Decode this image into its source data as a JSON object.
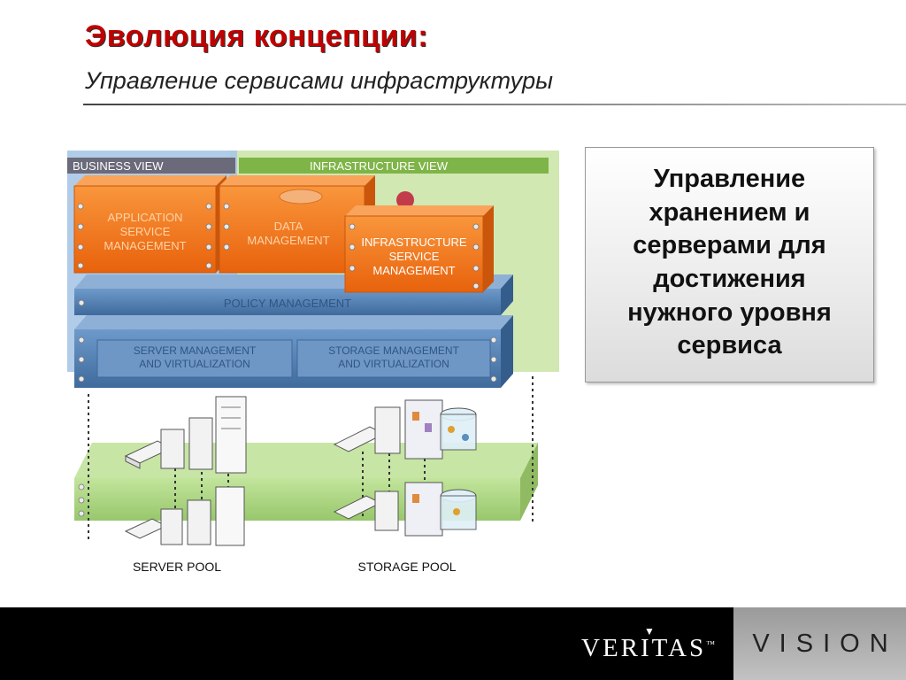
{
  "header": {
    "title": "Эволюция концепции:",
    "subtitle": "Управление сервисами инфраструктуры"
  },
  "diagram": {
    "business_view": "BUSINESS VIEW",
    "infrastructure_view": "INFRASTRUCTURE VIEW",
    "app_service_mgmt": [
      "APPLICATION",
      "SERVICE",
      "MANAGEMENT"
    ],
    "data_mgmt": [
      "DATA",
      "MANAGEMENT"
    ],
    "infra_service_mgmt": [
      "INFRASTRUCTURE",
      "SERVICE",
      "MANAGEMENT"
    ],
    "policy_mgmt": "POLICY MANAGEMENT",
    "server_mgmt": [
      "SERVER MANAGEMENT",
      "AND VIRTUALIZATION"
    ],
    "storage_mgmt": [
      "STORAGE MANAGEMENT",
      "AND VIRTUALIZATION"
    ],
    "server_pool": "SERVER POOL",
    "storage_pool": "STORAGE POOL"
  },
  "side_text": "Управление\nхранением и\nсерверами для\nдостижения\nнужного уровня\nсервиса",
  "footer": {
    "logo": "VERITAS",
    "logo_tm": "™",
    "tagline": "VISION"
  },
  "colors": {
    "title": "#c00000",
    "orange": "#f47a20",
    "blue": "#5b86b8",
    "green": "#9fcf6b"
  }
}
